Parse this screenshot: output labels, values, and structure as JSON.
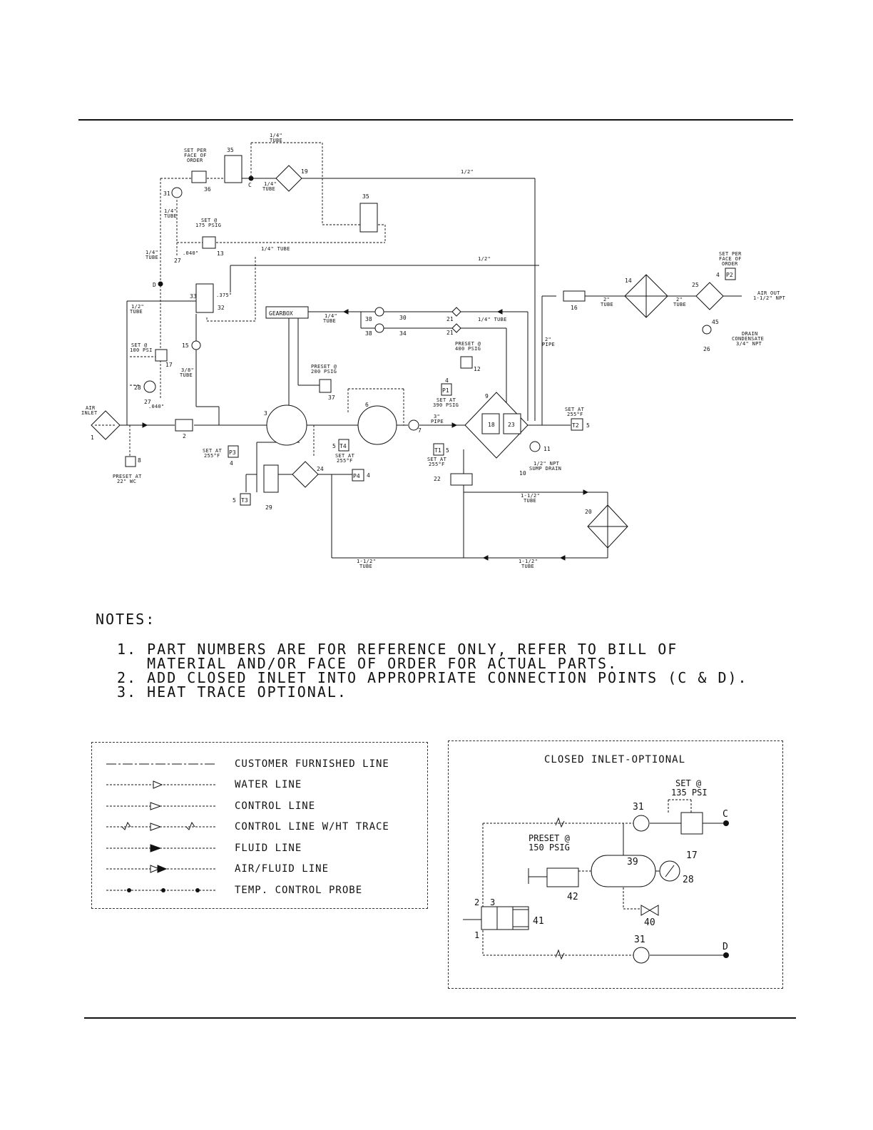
{
  "notes": {
    "heading": "NOTES:",
    "items": [
      "1. PART NUMBERS ARE FOR REFERENCE ONLY, REFER TO BILL OF",
      "   MATERIAL AND/OR FACE OF ORDER FOR ACTUAL PARTS.",
      "2. ADD CLOSED INLET INTO APPROPRIATE CONNECTION POINTS (C & D).",
      "3. HEAT TRACE OPTIONAL."
    ]
  },
  "legend": {
    "items": [
      "CUSTOMER FURNISHED LINE",
      "WATER LINE",
      "CONTROL LINE",
      "CONTROL LINE W/HT TRACE",
      "FLUID LINE",
      "AIR/FLUID LINE",
      "TEMP. CONTROL PROBE"
    ]
  },
  "closed_inlet": {
    "title": "CLOSED INLET-OPTIONAL",
    "set_note": [
      "SET @",
      "135 PSI"
    ],
    "preset_note": [
      "PRESET @",
      "150 PSIG"
    ],
    "labels": [
      "31",
      "C",
      "17",
      "39",
      "28",
      "42",
      "40",
      "41",
      "2",
      "3",
      "1",
      "31",
      "D"
    ]
  },
  "diagram": {
    "notes": {
      "quarter_tube_top": [
        "1/4\"",
        "TUBE"
      ],
      "set_face_order": [
        "SET PER",
        "FACE OF",
        "ORDER"
      ],
      "quarter_tube_c": [
        "1/4\"",
        "TUBE"
      ],
      "half_top": "1/2\"",
      "quarter_tube_left": [
        "1/4\"",
        "TUBE"
      ],
      "set_175": [
        "SET @",
        "175 PSIG"
      ],
      "orifice_040": ".040\"",
      "quarter_tube_left2": [
        "1/4\"",
        "TUBE"
      ],
      "quarter_tube_mid": "1/4\" TUBE",
      "half_mid": "1/2\"",
      "set_face_order_right": [
        "SET PER",
        "FACE OF",
        "ORDER"
      ],
      "half_tube_left": [
        "1/2\"",
        "TUBE"
      ],
      "dim_375": ".375\"",
      "quarter_tube_gearbox": [
        "1/4\"",
        "TUBE"
      ],
      "quarter_tube_right": "1/4\" TUBE",
      "two_tube_a": [
        "2\"",
        "TUBE"
      ],
      "two_tube_b": [
        "2\"",
        "TUBE"
      ],
      "air_out": [
        "AIR OUT",
        "1-1/2\" NPT"
      ],
      "drain": [
        "DRAIN",
        "CONDENSATE",
        "3/4\" NPT"
      ],
      "two_pipe": [
        "2\"",
        "PIPE"
      ],
      "set_100": [
        "SET @",
        "100 PSI"
      ],
      "preset_400": [
        "PRESET @",
        "400 PSIG"
      ],
      "three_eighth_tube": [
        "3/8\"",
        "TUBE"
      ],
      "preset_200": [
        "PRESET @",
        "200 PSIG"
      ],
      "set_390": [
        "SET AT",
        "390 PSIG"
      ],
      "orifice_040b": ".040\"",
      "air_inlet": [
        "AIR",
        "INLET"
      ],
      "three_pipe": [
        "3\"",
        "PIPE"
      ],
      "set_255_right": [
        "SET AT",
        "255°F"
      ],
      "set_255_left": [
        "SET AT",
        "255°F"
      ],
      "set_255_t4": [
        "SET AT",
        "255°F"
      ],
      "set_255_t1": [
        "SET AT",
        "255°F"
      ],
      "preset_22": [
        "PRESET AT",
        "22\" WC"
      ],
      "sump_drain": [
        "1/2\" NPT",
        "SUMP DRAIN"
      ],
      "one_half_tube_a": [
        "1-1/2\"",
        "TUBE"
      ],
      "one_half_tube_b": [
        "1-1/2\"",
        "TUBE"
      ],
      "one_half_tube_c": [
        "1-1/2\"",
        "TUBE"
      ],
      "gearbox": "GEARBOX"
    },
    "parts": {
      "p1": "1",
      "p2": "2",
      "p3": "3",
      "p4a": "4",
      "p4b": "4",
      "p4c": "4",
      "p4d": "4",
      "p5a": "5",
      "p5b": "5",
      "p5c": "5",
      "p5d": "5",
      "p6": "6",
      "p7": "7",
      "p8": "8",
      "p9": "9",
      "p10": "10",
      "p11": "11",
      "p12": "12",
      "p13": "13",
      "p14": "14",
      "p15": "15",
      "p16": "16",
      "p17": "17",
      "p18": "18",
      "p19": "19",
      "p20": "20",
      "p21a": "21",
      "p21b": "21",
      "p22": "22",
      "p23": "23",
      "p24": "24",
      "p25": "25",
      "p26": "26",
      "p27a": "27",
      "p27b": "27",
      "p28": "28",
      "p29": "29",
      "p30": "30",
      "p31": "31",
      "p32": "32",
      "p33": "33",
      "p34": "34",
      "p35a": "35",
      "p35b": "35",
      "p36": "36",
      "p37": "37",
      "p38a": "38",
      "p38b": "38",
      "p45": "45",
      "c": "C",
      "d": "D"
    },
    "sensors": {
      "t1": "T1",
      "t2": "T2",
      "t3": "T3",
      "t4": "T4",
      "p1": "P1",
      "p2": "P2",
      "p3": "P3",
      "p4": "P4"
    }
  }
}
